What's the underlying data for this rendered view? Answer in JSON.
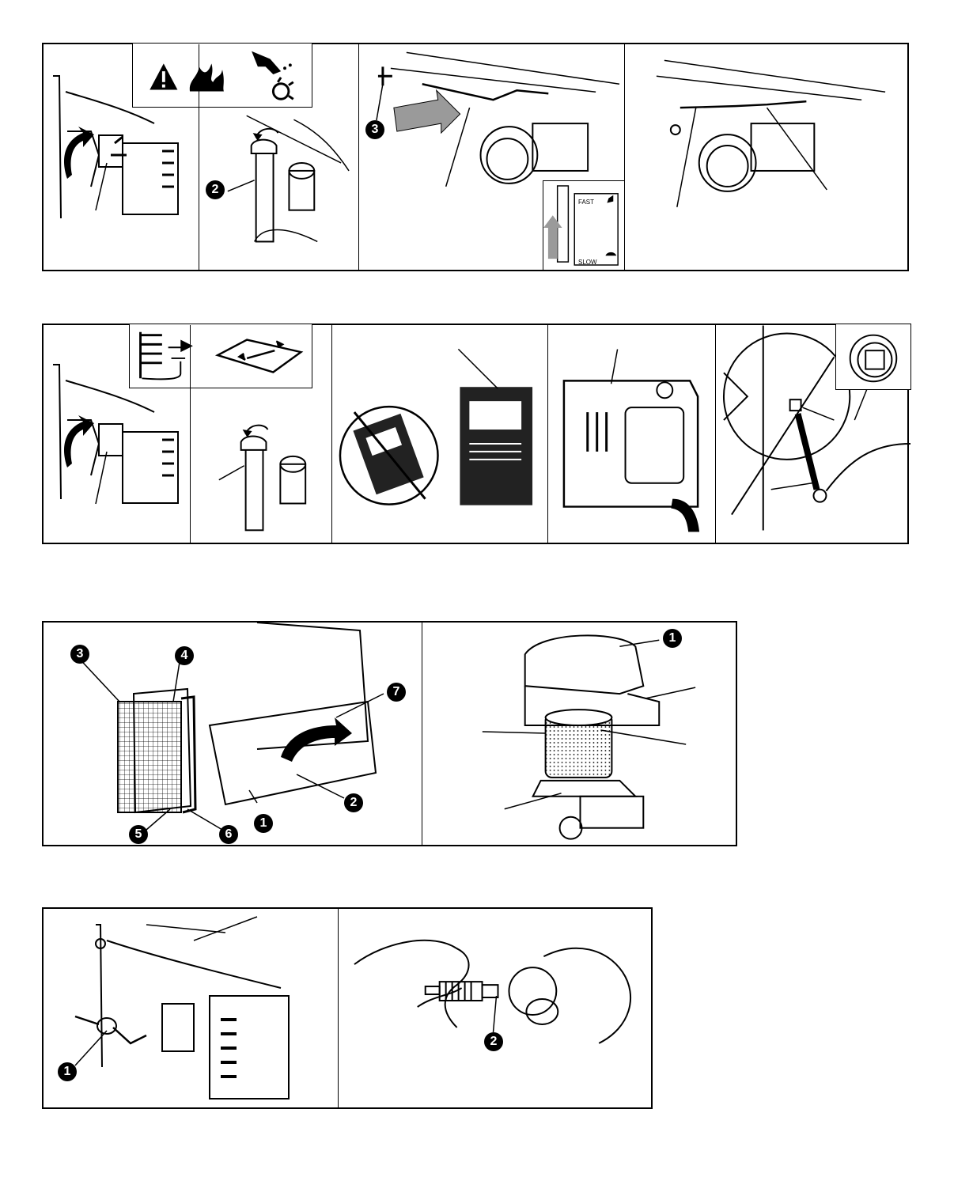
{
  "panel1": {
    "callout_2": "2",
    "callout_3": "3",
    "throttle_fast": "FAST",
    "throttle_slow": "SLOW"
  },
  "panel3": {
    "callouts": [
      "1",
      "2",
      "3",
      "4",
      "5",
      "6",
      "7"
    ],
    "filter_callout": "1"
  },
  "panel4": {
    "valve_callout": "1",
    "spark_plug_callout": "2"
  },
  "colors": {
    "line": "#000000",
    "arrow_gray": "#9a9a9a",
    "background": "#ffffff"
  },
  "icons": [
    "warning-triangle-icon",
    "fire-icon",
    "hand-cut-icon",
    "spark-plug-icon",
    "manual-wrench-icon"
  ]
}
